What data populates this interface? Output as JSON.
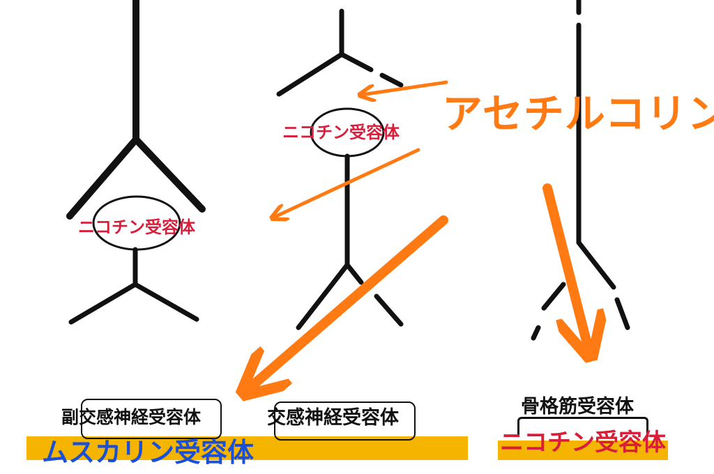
{
  "labels": {
    "acetylcholine": "アセチルコリン",
    "nicotinic_ganglion_left": "ニコチン受容体",
    "nicotinic_ganglion_middle": "ニコチン受容体",
    "parasympathetic_receptor": "副交感神経受容体",
    "sympathetic_receptor": "交感神経受容体",
    "muscarinic_receptor": "ムスカリン受容体",
    "skeletal_muscle_receptor": "骨格筋受容体",
    "nicotinic_muscle": "ニコチン受容体"
  },
  "colors": {
    "arrow": "#ff7a12",
    "acetylcholine_text": "#ff7a12",
    "nicotinic_text": "#d81e3a",
    "muscarinic_text": "#1a4fd6",
    "band": "#f5b400",
    "line": "#111111"
  }
}
